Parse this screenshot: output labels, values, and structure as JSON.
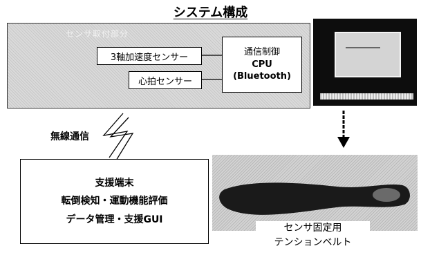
{
  "title": "システム構成",
  "sensor_unit": {
    "panel_label": "センサ取付部分",
    "sensors": [
      "3軸加速度センサー",
      "心拍センサー"
    ],
    "controller": {
      "line1": "通信制御",
      "line2": "CPU",
      "line3": "(Bluetooth)"
    }
  },
  "wireless_label": "無線通信",
  "support_terminal": {
    "lines": [
      "支援端末",
      "転倒検知・運動機能評価",
      "データ管理・支援GUI"
    ]
  },
  "belt_caption": {
    "line1": "センサ固定用",
    "line2": "テンションベルト"
  }
}
